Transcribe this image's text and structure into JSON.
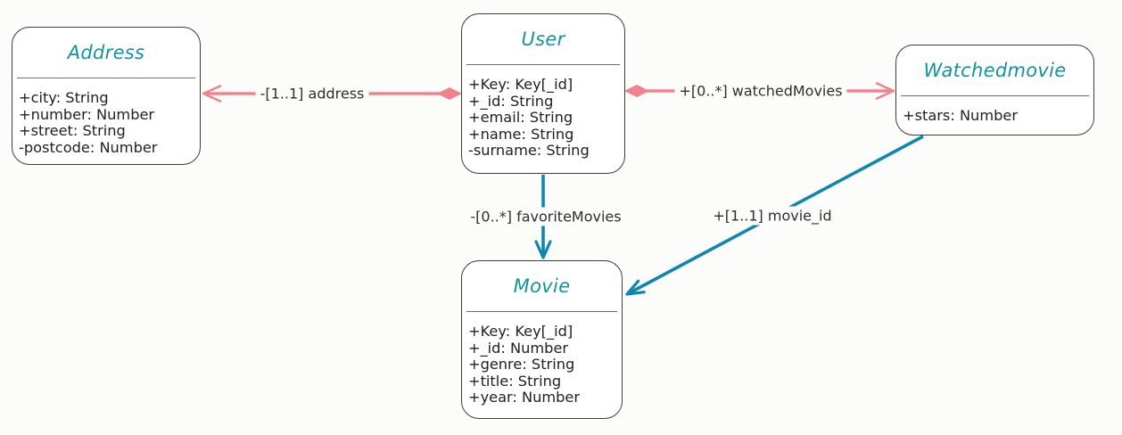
{
  "colors": {
    "background": "#fcfcfb",
    "box_fill": "#ffffff",
    "box_border": "#3c3c3c",
    "divider": "#6a6a6a",
    "class_title": "#1193a2",
    "attribute_text": "#212121",
    "label_text": "#2e2e2e",
    "association_pink": "#f0838e",
    "dependency_teal": "#0e87ae"
  },
  "classes": [
    {
      "name": "Address",
      "attributes": [
        "+city: String",
        "+number: Number",
        "+street: String",
        "-postcode: Number"
      ]
    },
    {
      "name": "User",
      "attributes": [
        "+Key: Key[_id]",
        "+_id: String",
        "+email: String",
        "+name: String",
        "-surname: String"
      ]
    },
    {
      "name": "Watchedmovie",
      "attributes": [
        "+stars: Number"
      ]
    },
    {
      "name": "Movie",
      "attributes": [
        "+Key: Key[_id]",
        "+_id: Number",
        "+genre: String",
        "+title: String",
        "+year: Number"
      ]
    }
  ],
  "relationships": [
    {
      "from": "User",
      "to": "Address",
      "type": "composition",
      "label": "-[1..1] address"
    },
    {
      "from": "User",
      "to": "Watchedmovie",
      "type": "composition",
      "label": "+[0..*] watchedMovies"
    },
    {
      "from": "User",
      "to": "Movie",
      "type": "directed",
      "label": "-[0..*] favoriteMovies"
    },
    {
      "from": "Watchedmovie",
      "to": "Movie",
      "type": "directed",
      "label": "+[1..1] movie_id"
    }
  ]
}
